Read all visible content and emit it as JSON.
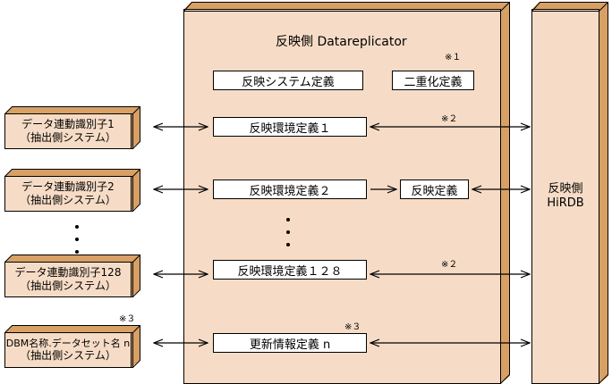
{
  "diagram": {
    "title": "反映側 Datareplicator",
    "colors": {
      "box_face": "#f6dcc6",
      "box_side": "#d9a066",
      "outline": "#000000",
      "defbox_fill": "#ffffff",
      "background": "#ffffff"
    }
  },
  "main_container": {
    "title": "反映側 Datareplicator",
    "definitions": [
      {
        "id": "system-def",
        "label": "反映システム定義"
      },
      {
        "id": "duplex-def",
        "label": "二重化定義",
        "note": "※１"
      },
      {
        "id": "env-def-1",
        "label": "反映環境定義１"
      },
      {
        "id": "env-def-2",
        "label": "反映環境定義２"
      },
      {
        "id": "env-def-128",
        "label": "反映環境定義１２８"
      },
      {
        "id": "update-info-n",
        "label": "更新情報定義 n",
        "note": "※３"
      }
    ],
    "ellipsis": "⋮"
  },
  "extract_systems": [
    {
      "id": "linkage-id-1",
      "line1": "データ連動識別子1",
      "line2": "（抽出側システム）"
    },
    {
      "id": "linkage-id-2",
      "line1": "データ連動識別子2",
      "line2": "（抽出側システム）"
    },
    {
      "id": "linkage-id-128",
      "line1": "データ連動識別子128",
      "line2": "（抽出側システム）"
    },
    {
      "id": "dbm-dataset-n",
      "line1": "DBM名称.データセット名 n",
      "line2": "（抽出側システム）",
      "note": "※３"
    }
  ],
  "reflect_definition": {
    "label": "反映定義"
  },
  "target_database": {
    "line1": "反映側",
    "line2": "HiRDB"
  },
  "notes": {
    "note1": "※１",
    "note2_top": "※２",
    "note2_bottom": "※２",
    "note3_left": "※３",
    "note3_right": "※３"
  }
}
